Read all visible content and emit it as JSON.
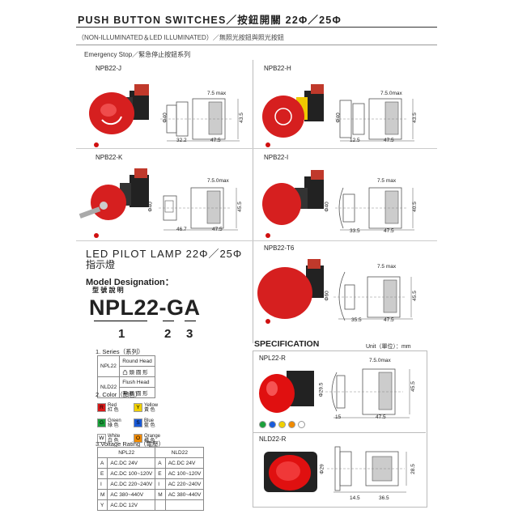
{
  "header": {
    "title": "PUSH BUTTON SWITCHES／按鈕開關 22Φ／25Φ",
    "subtitle": "（NON-ILLUMINATED＆LED ILLUMINATED）／無照光按鈕與照光按鈕",
    "series": "Emergency Stop／緊急停止按鈕系列"
  },
  "models": {
    "j": "NPB22-J",
    "h": "NPB22-H",
    "k": "NPB22-K",
    "i": "NPB22-I",
    "t6": "NPB22-T6"
  },
  "dims": {
    "j": {
      "top": "7.5 max",
      "w1": "32.2",
      "w2": "47.5",
      "h": "Φ40",
      "r": "43.5"
    },
    "h": {
      "top": "7.5.0max",
      "w1": "12.5",
      "w2": "47.5",
      "h": "Φ40",
      "r": "43.5"
    },
    "k": {
      "top": "7.5.0max",
      "w1": "46.7",
      "w2": "47.5",
      "h": "Φ40",
      "r": "45.5"
    },
    "i": {
      "top": "7.5 max",
      "w1": "33.5",
      "w2": "47.5",
      "h": "Φ40",
      "r": "40.5"
    },
    "t6": {
      "top": "7.5 max",
      "w1": "35.5",
      "w2": "47.5",
      "h": "Φ60",
      "r": "45.5"
    }
  },
  "led": {
    "title": "LED PILOT LAMP 22Φ／25Φ",
    "subtitle": "指示燈",
    "designation": "Model Designation：",
    "designation_cn": "型 號 說 明",
    "model": "NPL22-GA",
    "idx1": "1",
    "idx2": "2",
    "idx3": "3"
  },
  "series_section": {
    "title": "1. Series（系列）",
    "rows": [
      {
        "code": "NPL22",
        "en": "Round Head",
        "cn": "凸 頭 圓 形"
      },
      {
        "code": "NLD22",
        "en": "Flush Head",
        "cn": "平 頭 圓 形"
      }
    ]
  },
  "color_section": {
    "title": "2. Color（顏色）",
    "items": [
      {
        "code": "R",
        "en": "Red",
        "cn": "紅 色",
        "color": "#d81818"
      },
      {
        "code": "Y",
        "en": "Yellow",
        "cn": "黃 色",
        "color": "#f0d000"
      },
      {
        "code": "G",
        "en": "Green",
        "cn": "綠 色",
        "color": "#1aa03a"
      },
      {
        "code": "S",
        "en": "Blue",
        "cn": "藍 色",
        "color": "#1a5ad8"
      },
      {
        "code": "W",
        "en": "White",
        "cn": "白 色",
        "color": "#ffffff"
      },
      {
        "code": "O",
        "en": "Orange",
        "cn": "橘 色",
        "color": "#f08a00"
      }
    ]
  },
  "voltage_section": {
    "title": "3.Voltage Rating（電壓）",
    "col1": "NPL22",
    "col2": "NLD22",
    "rows": [
      {
        "c1": "A",
        "v1": "AC.DC 24V",
        "c2": "A",
        "v2": "AC.DC 24V"
      },
      {
        "c1": "E",
        "v1": "AC.DC 100~120V",
        "c2": "E",
        "v2": "AC 100~120V"
      },
      {
        "c1": "I",
        "v1": "AC.DC 220~240V",
        "c2": "I",
        "v2": "AC 220~240V"
      },
      {
        "c1": "M",
        "v1": "AC 380~440V",
        "c2": "M",
        "v2": "AC 380~440V"
      },
      {
        "c1": "Y",
        "v1": "AC.DC 12V",
        "c2": "",
        "v2": ""
      }
    ]
  },
  "spec": {
    "title": "SPECIFICATION",
    "unit": "Unit（單位）：mm",
    "npl": {
      "name": "NPL22-R",
      "top": "7.5.0max",
      "h": "Φ29.5",
      "r": "45.5",
      "w1": "15",
      "w2": "47.5"
    },
    "nld": {
      "name": "NLD22-R",
      "h": "Φ29",
      "r": "28.5",
      "w1": "14.5",
      "w2": "36.5"
    },
    "swatch_colors": [
      "#1aa03a",
      "#1a5ad8",
      "#f0d000",
      "#f08a00",
      "#ffffff"
    ]
  }
}
